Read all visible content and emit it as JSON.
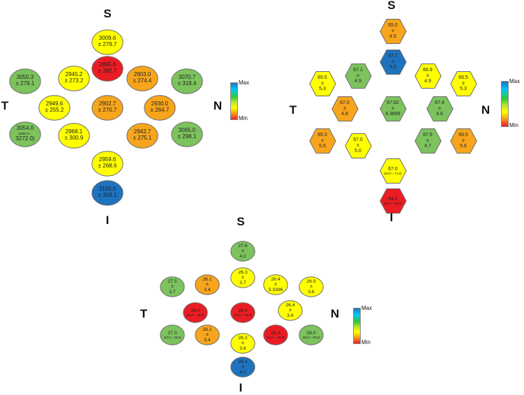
{
  "colors": {
    "red": "#ec1c24",
    "orange": "#f7a51c",
    "yellow": "#ffff00",
    "green": "#7cc35e",
    "blue": "#1e73be",
    "outline": "#6b6b6b"
  },
  "legend": {
    "max_label": "Max",
    "min_label": "Min"
  },
  "figures": [
    {
      "id": "figure-1",
      "labels": {
        "S": "S",
        "I": "I",
        "T": "T",
        "N": "N"
      },
      "cells": [
        {
          "line1": "3009.6",
          "line2": "± 279.7",
          "color": "yellow"
        },
        {
          "line1": "2895.8",
          "line2": "± 282.7",
          "color": "red"
        },
        {
          "line1": "3050.3",
          "line2": "± 279.1",
          "color": "green"
        },
        {
          "line1": "2945.2",
          "line2": "± 273.2",
          "color": "yellow"
        },
        {
          "line1": "2903.0",
          "line2": "± 274.4",
          "color": "orange"
        },
        {
          "line1": "3070.7",
          "line2": "± 319.4",
          "color": "green"
        },
        {
          "line1": "2949.6",
          "line2": "± 255.2",
          "color": "yellow"
        },
        {
          "line1": "2902.7",
          "line2": "± 270.7",
          "color": "orange"
        },
        {
          "line1": "2930.0",
          "line2": "± 264.7",
          "color": "orange"
        },
        {
          "line1": "3054.0",
          "line2": "(2867.0 –",
          "line3": "3272.0)",
          "color": "green"
        },
        {
          "line1": "2968.1",
          "line2": "± 300.9",
          "color": "yellow"
        },
        {
          "line1": "2942.7",
          "line2": "± 275.1",
          "color": "orange"
        },
        {
          "line1": "3065.0",
          "line2": "± 298.1",
          "color": "green"
        },
        {
          "line1": "2959.6",
          "line2": "± 268.6",
          "color": "yellow"
        },
        {
          "line1": "3100.5",
          "line2": "± 318.1",
          "color": "blue"
        }
      ]
    },
    {
      "id": "figure-2",
      "labels": {
        "S": "S",
        "I": "I",
        "T": "T",
        "N": "N"
      },
      "cells": [
        {
          "line1": "65.0",
          "line2": "±",
          "line3": "4.9",
          "color": "orange"
        },
        {
          "line1": "67.7",
          "line2": "±",
          "line3": "5.2",
          "color": "blue"
        },
        {
          "line1": "65.5",
          "line2": "±",
          "line3": "5.3",
          "color": "yellow"
        },
        {
          "line1": "67.1",
          "line2": "±",
          "line3": "4.9",
          "color": "green"
        },
        {
          "line1": "66.9",
          "line2": "±",
          "line3": "4.9",
          "color": "yellow"
        },
        {
          "line1": "65.5",
          "line2": "±",
          "line3": "5.3",
          "color": "yellow"
        },
        {
          "line1": "67.0",
          "line2": "±",
          "line3": "4.8",
          "color": "orange"
        },
        {
          "line1": "67.62",
          "line2": "±",
          "line3": "4.3699",
          "color": "green"
        },
        {
          "line1": "67.4",
          "line2": "±",
          "line3": "4.6",
          "color": "green"
        },
        {
          "line1": "65.3",
          "line2": "±",
          "line3": "5.5",
          "color": "orange"
        },
        {
          "line1": "67.0",
          "line2": "±",
          "line3": "5.0",
          "color": "yellow"
        },
        {
          "line1": "67.6",
          "line2": "±",
          "line3": "4.7",
          "color": "green"
        },
        {
          "line1": "65.5",
          "line2": "±",
          "line3": "5.6",
          "color": "orange"
        },
        {
          "line1": "67.0",
          "line2": "(64.0 – 71.0)",
          "color": "yellow"
        },
        {
          "line1": "64.0",
          "line2": "(61.0 – 68.0)",
          "color": "red"
        }
      ]
    },
    {
      "id": "figure-3",
      "labels": {
        "S": "S",
        "I": "I",
        "T": "T",
        "N": "N"
      },
      "cells": [
        {
          "line1": "27.6",
          "line2": "±",
          "line3": "4.2",
          "color": "green"
        },
        {
          "line1": "26.3",
          "line2": "±",
          "line3": "3.7",
          "color": "yellow"
        },
        {
          "line1": "27.5",
          "line2": "±",
          "line3": "3.7",
          "color": "green"
        },
        {
          "line1": "26.1",
          "line2": "±",
          "line3": "3.4",
          "color": "orange"
        },
        {
          "line1": "26.4",
          "line2": "±",
          "line3": "3.3396",
          "color": "yellow"
        },
        {
          "line1": "26.9",
          "line2": "±",
          "line3": "3.6",
          "color": "yellow"
        },
        {
          "line1": "26.0",
          "line2": "(23.0 – 28.0)",
          "color": "red"
        },
        {
          "line1": "26.0",
          "line2": "(23.0 – 28.0)",
          "color": "red"
        },
        {
          "line1": "26.4",
          "line2": "±",
          "line3": "3.6",
          "color": "yellow"
        },
        {
          "line1": "27.0",
          "line2": "(24.0 – 29.0)",
          "color": "green"
        },
        {
          "line1": "26.1",
          "line2": "±",
          "line3": "3.4",
          "color": "orange"
        },
        {
          "line1": "26.0",
          "line2": "(24.0 – 29.0)",
          "color": "red"
        },
        {
          "line1": "28.0",
          "line2": "(26.0 – 30.0)",
          "color": "green"
        },
        {
          "line1": "26.2",
          "line2": "±",
          "line3": "3.6",
          "color": "yellow"
        },
        {
          "line1": "28.4",
          "line2": "±",
          "line3": "4.1",
          "color": "blue"
        }
      ]
    }
  ]
}
